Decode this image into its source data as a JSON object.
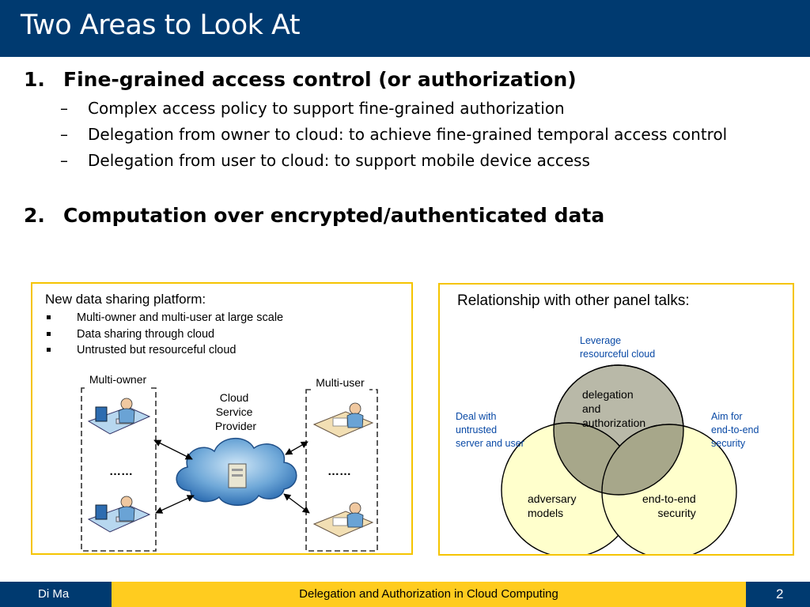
{
  "slide": {
    "title": "Two Areas to Look At",
    "items": [
      {
        "number": "1.",
        "heading": "Fine-grained access control (or authorization)",
        "subitems": [
          "Complex access policy to support fine-grained authorization",
          "Delegation from owner to cloud: to achieve fine-grained temporal access control",
          "Delegation from user to cloud: to support mobile device access"
        ]
      },
      {
        "number": "2.",
        "heading": "Computation over encrypted/authenticated data",
        "subitems": []
      }
    ],
    "sub_dash": "–"
  },
  "left_panel": {
    "title": "New data sharing platform:",
    "bullets": [
      "Multi-owner and multi-user at large scale",
      "Data sharing through cloud",
      "Untrusted but resourceful cloud"
    ],
    "diagram": {
      "multi_owner_label": "Multi-owner",
      "multi_user_label": "Multi-user",
      "cloud_label_lines": [
        "Cloud",
        "Service",
        "Provider"
      ],
      "ellipsis": "……"
    }
  },
  "right_panel": {
    "title": "Relationship with other panel talks:",
    "notes": {
      "top": [
        "Leverage",
        "resourceful cloud"
      ],
      "left": [
        "Deal with",
        "untrusted",
        "server and user"
      ],
      "right": [
        "Aim for",
        "end-to-end",
        "security"
      ]
    },
    "circles": {
      "top": [
        "delegation",
        "and",
        "authorization"
      ],
      "bottom_left": [
        "adversary",
        "models"
      ],
      "bottom_right": [
        "end-to-end",
        "security"
      ]
    },
    "colors": {
      "top_circle": "#b9b9a8",
      "bottom_circles": "#ffffcc",
      "overlap": "#a7a78a",
      "note_text": "#0a4aa6"
    }
  },
  "footer": {
    "author": "Di Ma",
    "talk_title": "Delegation and Authorization in Cloud Computing",
    "page_number": "2"
  },
  "theme": {
    "primary": "#003a70",
    "accent": "#ffcc1f",
    "panel_border": "#f5c400"
  }
}
